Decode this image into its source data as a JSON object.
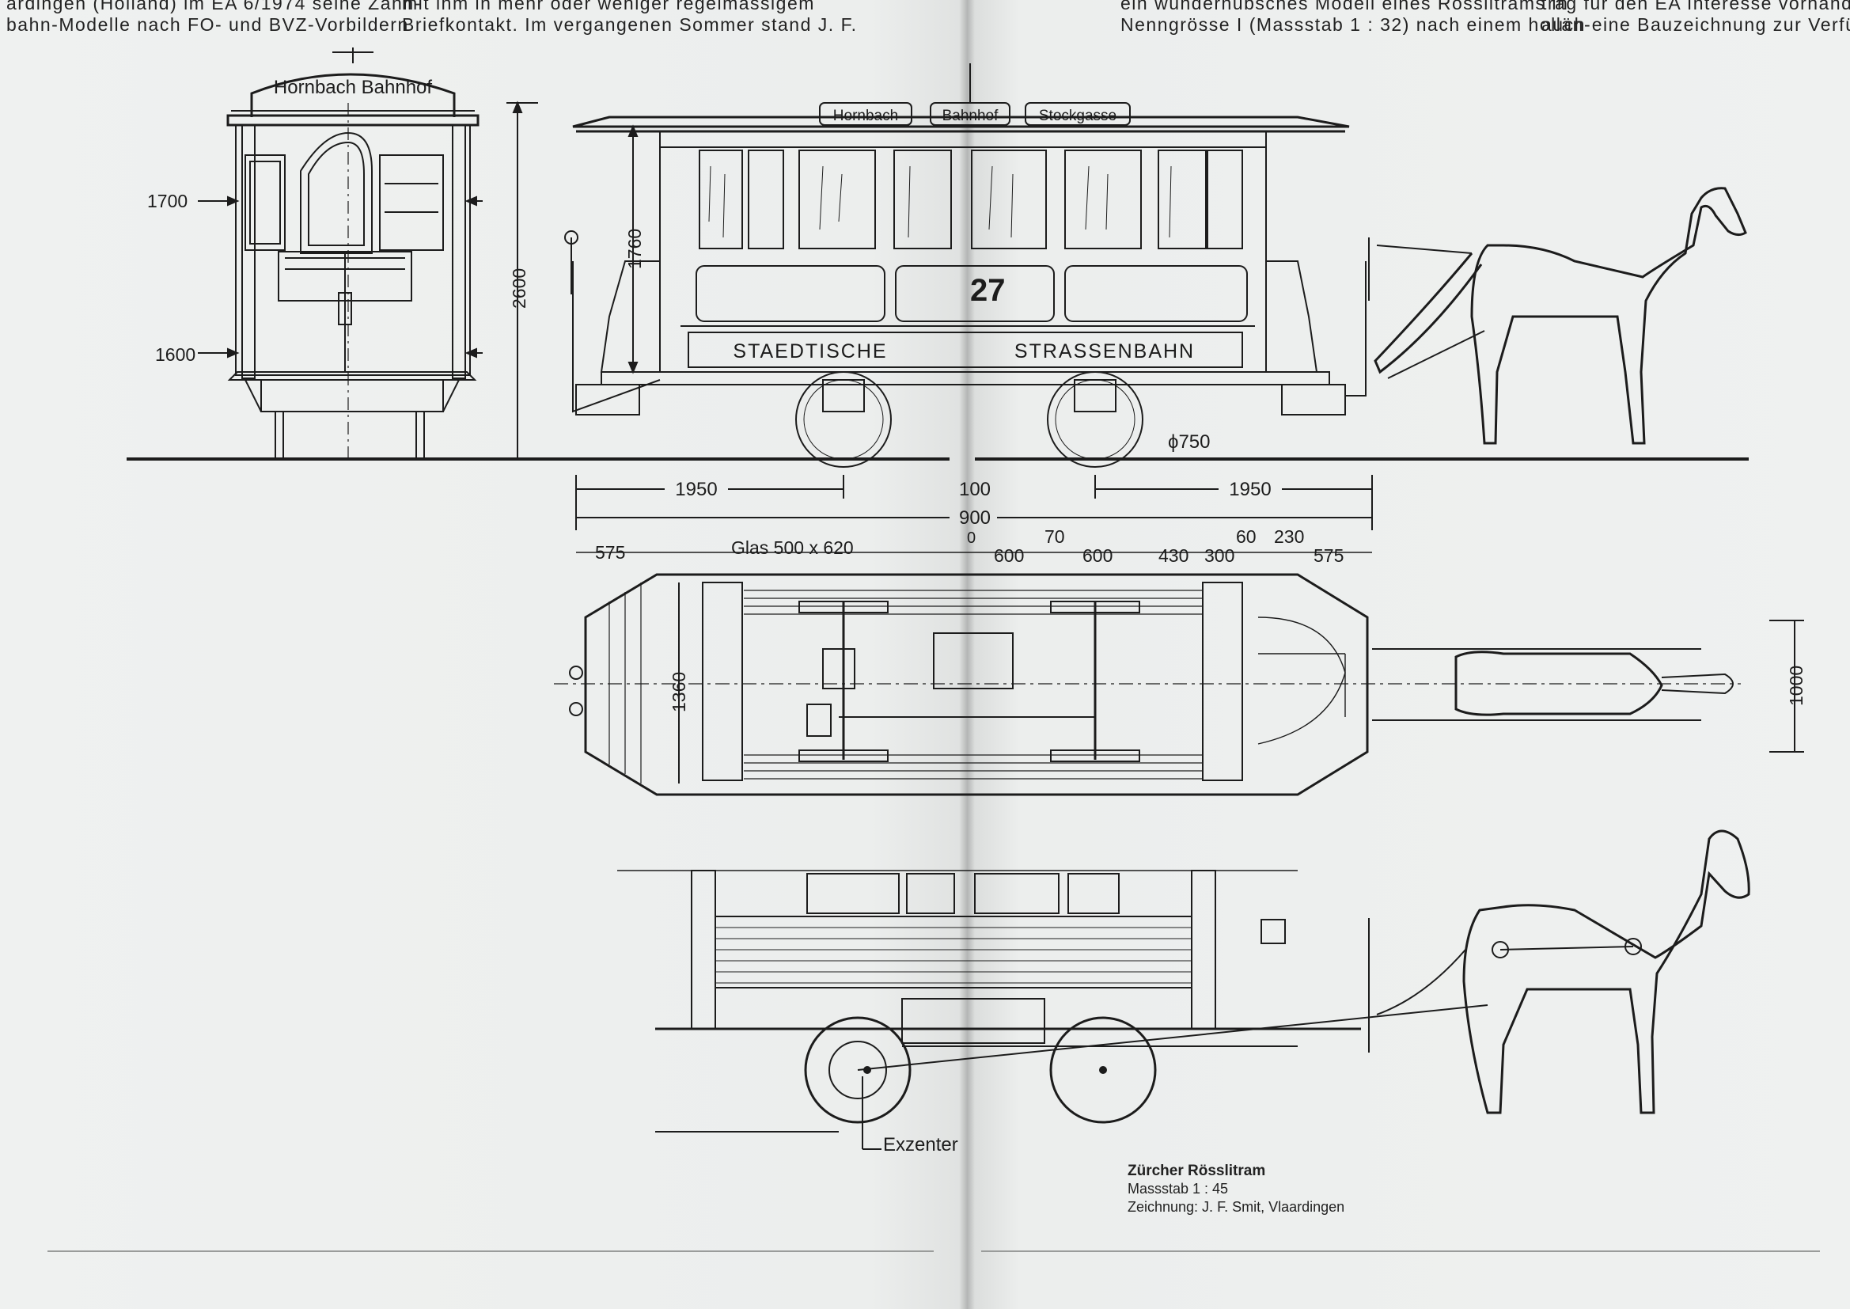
{
  "text_columns": {
    "left_col1": [
      "ardingen (Holland) im EA 6/1974 seine Zahn-",
      "bahn-Modelle nach FO- und BVZ-Vorbildern"
    ],
    "left_col2": [
      "mit ihm in mehr oder weniger regelmässigem",
      "Briefkontakt. Im vergangenen Sommer stand J. F."
    ],
    "right_col1": [
      "ein wunderhübsches Modell eines Rösslitrams in",
      "Nenngrösse I (Massstab 1 : 32) nach einem hollän-"
    ],
    "right_col2": [
      "trag für den EA Interesse vorhanden is",
      "auch eine Bauzeichnung zur Verfügu"
    ]
  },
  "drawing": {
    "destination_board_front": "Hornbach Bahnhof",
    "destination_boards_side": [
      "Hornbach",
      "Bahnhof",
      "Stockgasse"
    ],
    "car_lettering": [
      "STAEDTISCHE",
      "STRASSENBAHN"
    ],
    "car_number": "27",
    "front_dims": [
      "1700",
      "1600"
    ],
    "height_dims": [
      "2600",
      "1760"
    ],
    "wheel_diameter": "ϕ750",
    "length_dims": [
      "1950",
      "100",
      "1950",
      "900"
    ],
    "window_dims": {
      "left": "575",
      "glass": "Glas 500 x 620",
      "zero": "0",
      "w600a": "600",
      "w70": "70",
      "w600b": "600",
      "w430": "430",
      "w300": "300",
      "w60": "60",
      "w230": "230",
      "right": "575"
    },
    "plan_width": "1360",
    "shaft_width": "1000",
    "eccentric_label": "Exzenter"
  },
  "caption": {
    "title": "Zürcher Rösslitram",
    "scale": "Massstab 1 : 45",
    "author": "Zeichnung: J. F. Smit, Vlaardingen"
  }
}
